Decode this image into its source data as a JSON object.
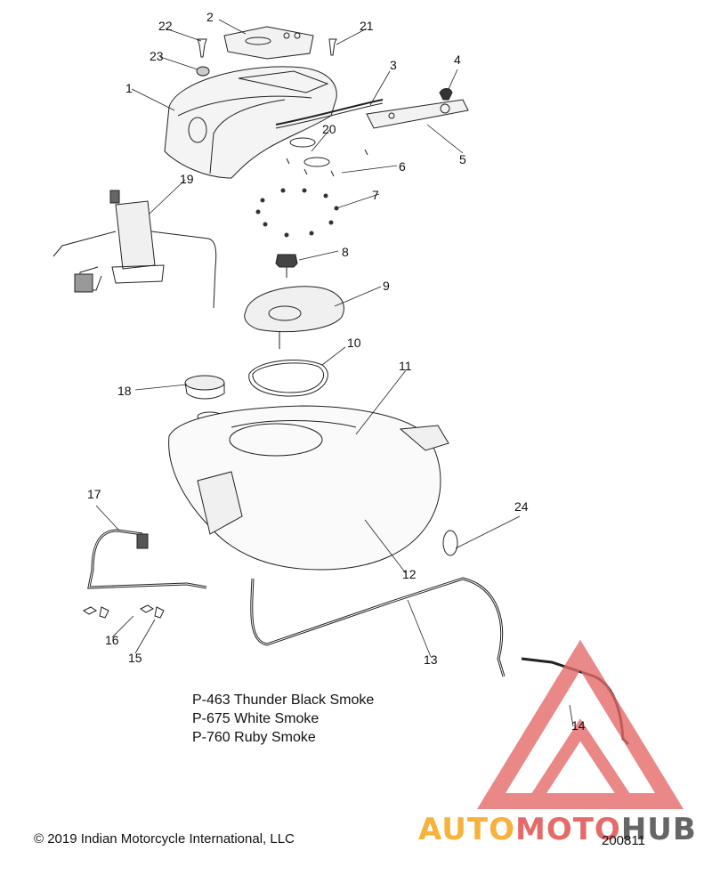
{
  "callouts": [
    {
      "n": "1"
    },
    {
      "n": "2"
    },
    {
      "n": "3"
    },
    {
      "n": "4"
    },
    {
      "n": "5"
    },
    {
      "n": "6"
    },
    {
      "n": "7"
    },
    {
      "n": "8"
    },
    {
      "n": "9"
    },
    {
      "n": "10"
    },
    {
      "n": "11"
    },
    {
      "n": "12"
    },
    {
      "n": "13"
    },
    {
      "n": "14"
    },
    {
      "n": "15"
    },
    {
      "n": "16"
    },
    {
      "n": "17"
    },
    {
      "n": "18"
    },
    {
      "n": "19"
    },
    {
      "n": "20"
    },
    {
      "n": "21"
    },
    {
      "n": "22"
    },
    {
      "n": "23"
    },
    {
      "n": "24"
    }
  ],
  "color_options": [
    "P-463 Thunder Black Smoke",
    "P-675 White Smoke",
    "P-760 Ruby Smoke"
  ],
  "copyright": "© 2019 Indian Motorcycle International, LLC",
  "diagram_code": "200811",
  "watermark": {
    "part1": "AUTO",
    "part2": "MOTO",
    "part3": "HUB",
    "colors": {
      "part1": "#f7b23b",
      "part2": "#e56b6b",
      "part3": "#666666",
      "triangle": "#e56b6b"
    }
  }
}
